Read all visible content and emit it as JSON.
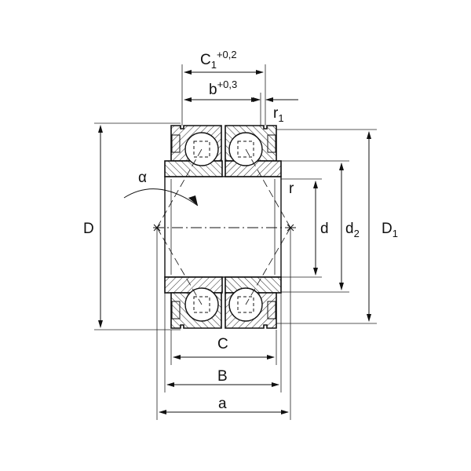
{
  "title": "Double row angular contact ball bearing with seals - dimension drawing",
  "labels": {
    "C1": "C",
    "C1_sub": "1",
    "C1_tol": "+0,2",
    "b": "b",
    "b_tol": "+0,3",
    "r1": "r",
    "r1_sub": "1",
    "alpha": "α",
    "r": "r",
    "D": "D",
    "d": "d",
    "d2": "d",
    "d2_sub": "2",
    "D1": "D",
    "D1_sub": "1",
    "C": "C",
    "B": "B",
    "a": "a"
  }
}
